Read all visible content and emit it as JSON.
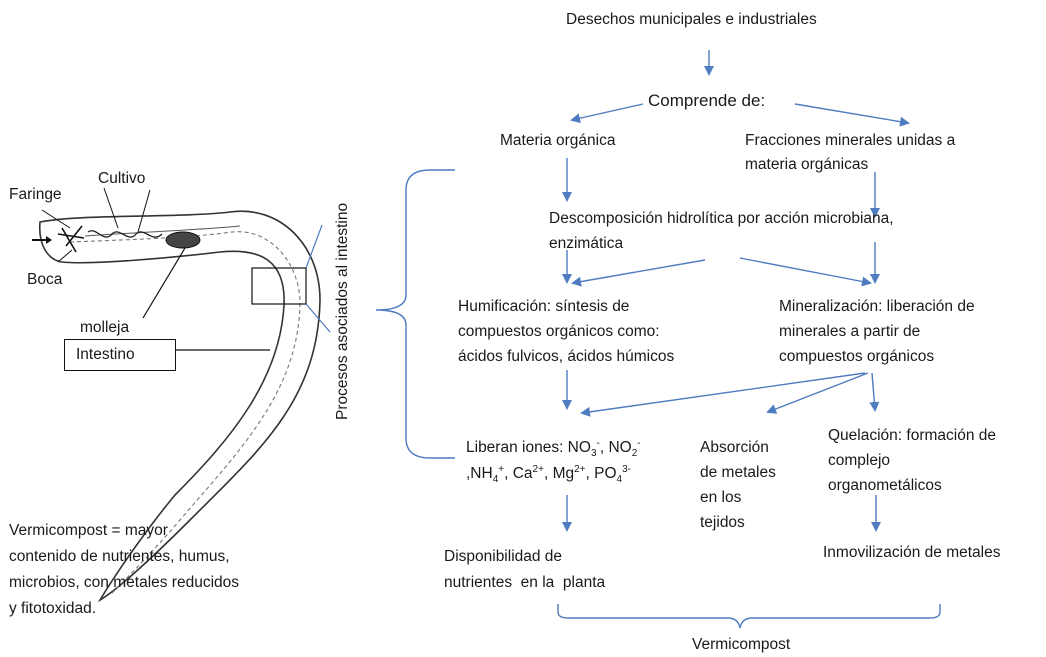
{
  "worm": {
    "faringe": "Faringe",
    "cultivo": "Cultivo",
    "boca": "Boca",
    "molleja": "molleja",
    "intestino": "Intestino"
  },
  "side_label": "Procesos asociados al intestino",
  "summary": [
    "Vermicompost = mayor",
    "contenido de nutrientes, humus,",
    "microbios, con metales reducidos",
    "y fitotoxidad."
  ],
  "flow": {
    "top": "Desechos municipales e industriales",
    "comprende": "Comprende de:",
    "materia": "Materia orgánica",
    "fracciones": [
      "Fracciones minerales unidas a",
      "materia orgánicas"
    ],
    "descomposicion": [
      "Descomposición hidrolítica por acción microbiana,",
      "enzimática"
    ],
    "humificacion": [
      "Humificación: síntesis de",
      "compuestos orgánicos como:",
      "ácidos fulvicos, ácidos húmicos"
    ],
    "mineralizacion": [
      "Mineralización: liberación de",
      "minerales a partir de",
      "compuestos orgánicos"
    ],
    "liberan": {
      "prefix": "Liberan iones: NO",
      "no2": ", NO",
      "nh4": ",NH",
      "ca": ", Ca",
      "mg": ", Mg",
      "po4": ", PO",
      "sub3": "3",
      "sub2": "2",
      "sub4": "4",
      "minus": "-",
      "plus": "+",
      "twoplus": "2+",
      "threeminus": "3-"
    },
    "absorcion": [
      "Absorción",
      "de metales",
      "en los",
      "tejidos"
    ],
    "quelacion": [
      "Quelación: formación de",
      "complejo",
      "organometálicos"
    ],
    "disponibilidad": [
      "Disponibilidad de",
      "nutrientes  en la  planta"
    ],
    "inmovilizacion": "Inmovilización de metales",
    "bottom": "Vermicompost"
  }
}
